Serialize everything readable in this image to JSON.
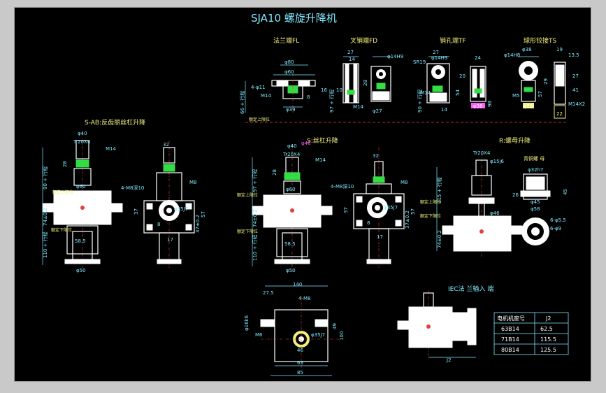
{
  "title": "SJA10 螺旋升降机",
  "sections": {
    "fl": "法兰端FL",
    "fd": "叉销端FD",
    "tf": "销孔端TF",
    "ts": "球形铰接TS",
    "sab": "S-AB:反齿丽丝杠升降",
    "s": "S:丝杠升降",
    "r": "R:螺母升降",
    "iec": "IEC法 兰输入 端"
  },
  "dims_top": {
    "fl": [
      "φ80",
      "φ60",
      "4-φ11",
      "M14",
      "φ39",
      "16",
      "8",
      "66 + 行程",
      "额定上限位"
    ],
    "fd": [
      "27",
      "14",
      "φ14H9",
      "M14",
      "φ27",
      "28",
      "10",
      "97 + 行程"
    ],
    "tf": [
      "27",
      "φ14H9",
      "SR19",
      "20",
      "M14",
      "54",
      "14",
      "φ38",
      "24",
      "98",
      "90 + 行程"
    ],
    "ts": [
      "φ38",
      "φ14H8",
      "19",
      "13.5",
      "29",
      "57",
      "M5",
      "φ25",
      "M14X2",
      "22",
      "27",
      "41"
    ]
  },
  "dims_sab": [
    "φ40",
    "Tr20X4",
    "M14",
    "28",
    "φ60",
    "90 + 行程",
    "74±0.2",
    "110 + 行程",
    "58.5",
    "φ50",
    "额定上限位",
    "额定下限位",
    "32",
    "4-M8深10",
    "M8",
    "φ35J7",
    "37",
    "37±0.2",
    "57",
    "17",
    "8"
  ],
  "dims_s": [
    "φ40",
    "φ46",
    "Tr20X4",
    "M14",
    "28",
    "φ60",
    "97 + 行程",
    "74±0.2",
    "110 + 行程",
    "58.5",
    "φ50",
    "额定上限位",
    "额定下限位",
    "32",
    "4-M8深10",
    "M8",
    "φ35J7",
    "37",
    "37±0.2",
    "57",
    "17",
    "8"
  ],
  "dims_r": [
    "Tr20X4",
    "φ15j6",
    "115 + 行程",
    "φ46",
    "74±0.2",
    "额定上限位",
    "额定下限位",
    "青铜螺 母",
    "φ32h7",
    "45",
    "26",
    "φ45",
    "φ58",
    "6-φ5.5",
    "6-φ9"
  ],
  "dims_bottom": [
    "140",
    "27.5",
    "4-M8",
    "φ16k6",
    "M6",
    "φ35J7",
    "49",
    "100",
    "46",
    "63",
    "85",
    "J2"
  ],
  "motor_table": {
    "header": [
      "电机机座号",
      "J2"
    ],
    "rows": [
      [
        "63B14",
        "62.5"
      ],
      [
        "71B14",
        "115.5"
      ],
      [
        "80B14",
        "125.5"
      ]
    ]
  },
  "colors": {
    "background": "#000000",
    "dimension": "#7fe8ff",
    "text": "#f2f27a",
    "part": "#ffffff",
    "accent": "#33dd44",
    "highlight": "#ff5cff",
    "centerline": "#e34040"
  }
}
